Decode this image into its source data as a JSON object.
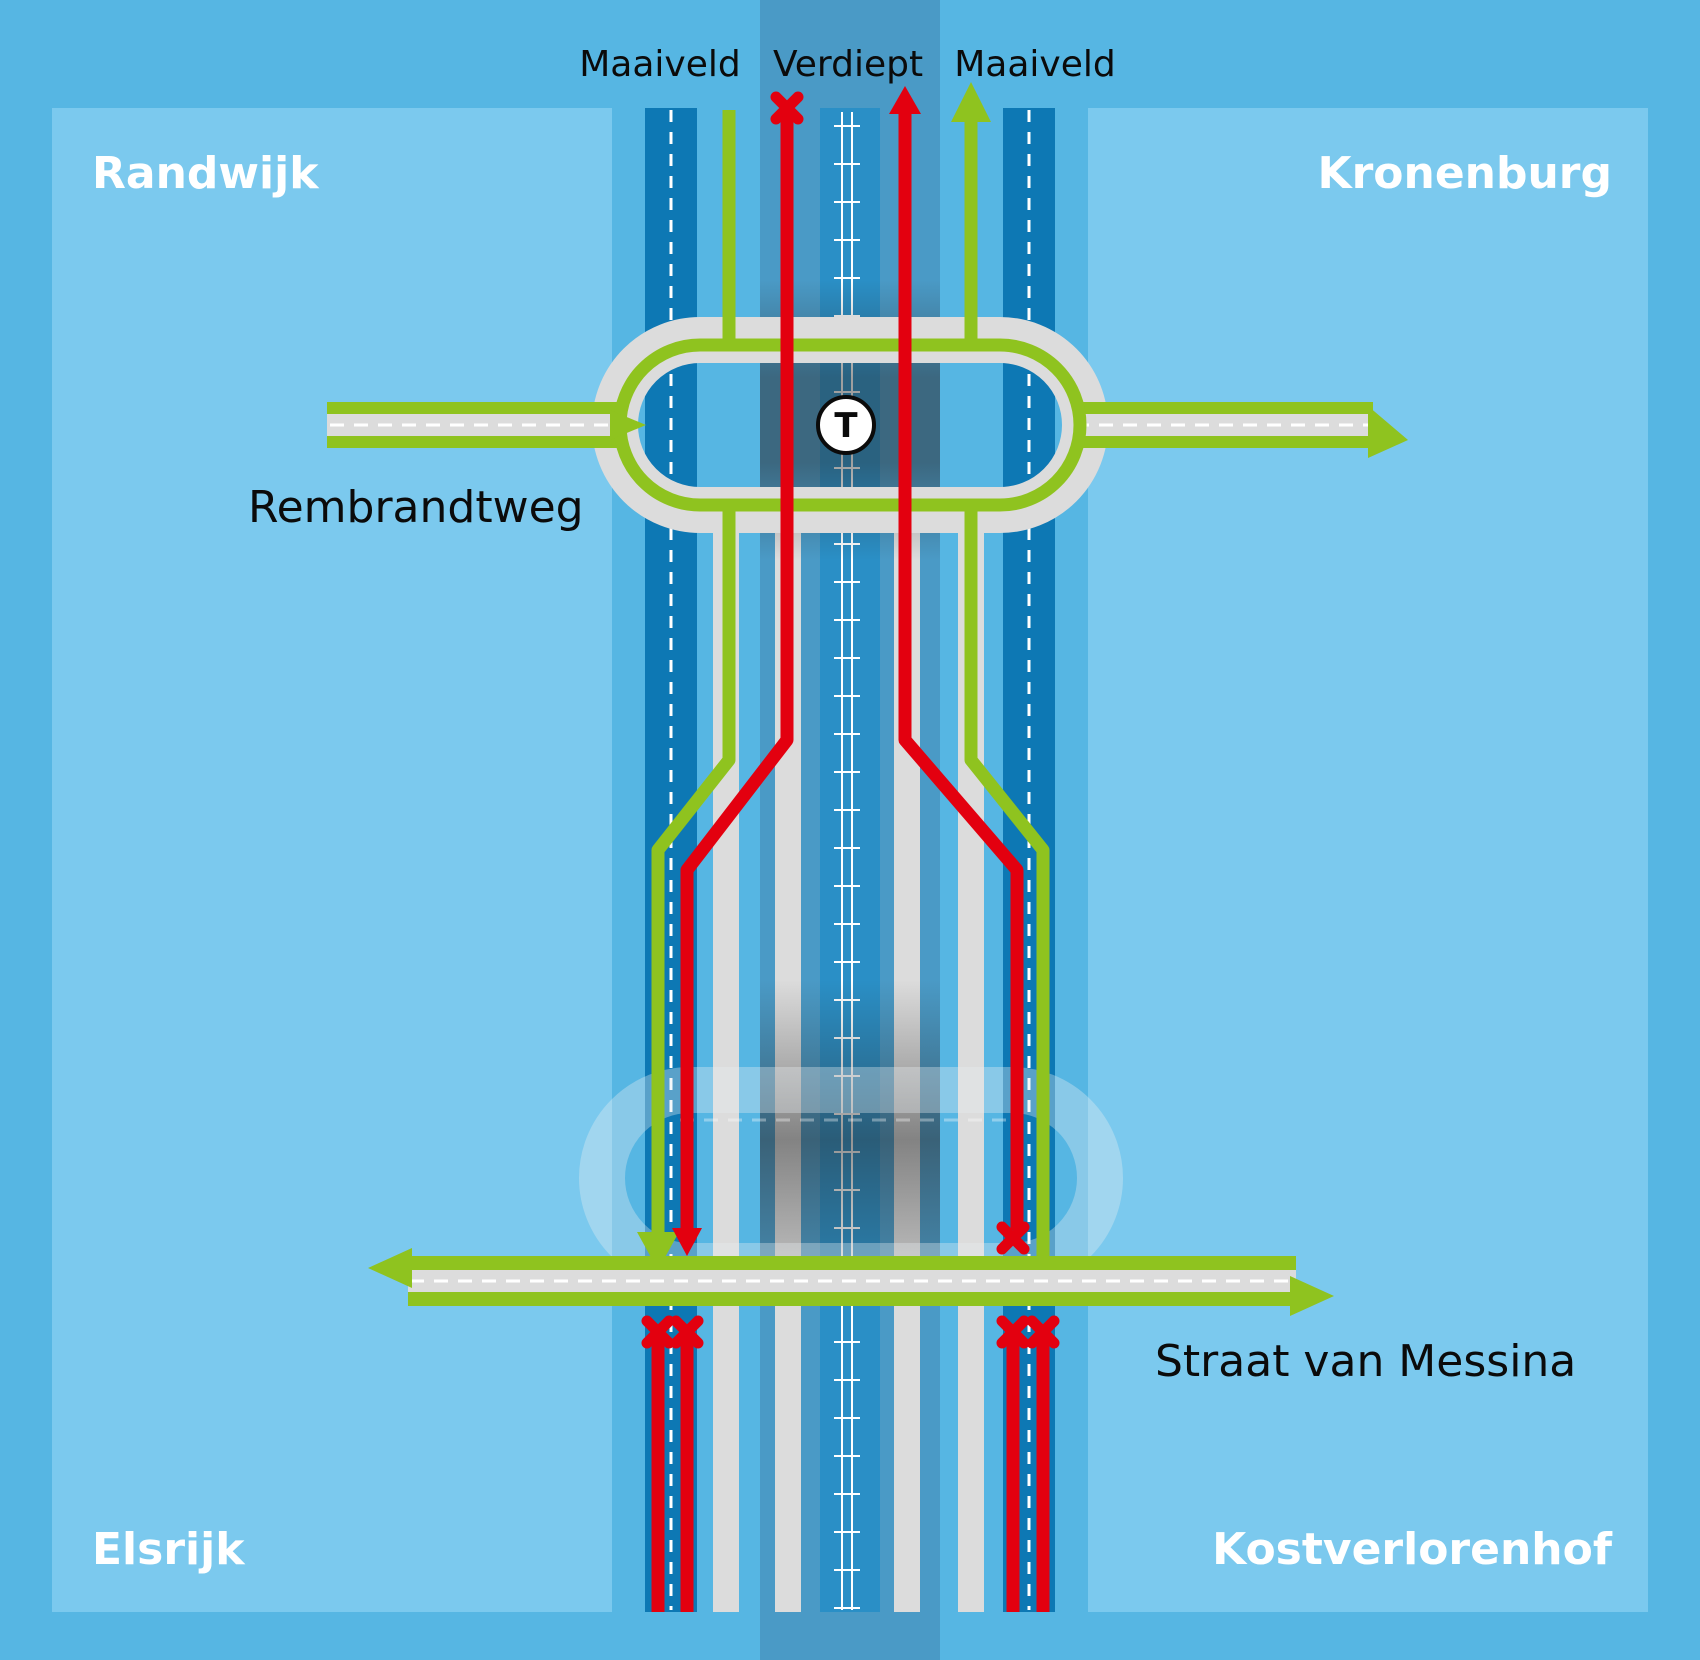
{
  "colors": {
    "background": "#56b6e3",
    "district_panel": "#7bc9ee",
    "deep_channel": "#4a9ac6",
    "tram_lane": "#2a8fc6",
    "side_lane": "#0d78b4",
    "road_gray": "#dcdcdc",
    "green_route": "#8fc31f",
    "red_route": "#e3000f",
    "text_white": "#ffffff",
    "text_dark": "#0b0b0b"
  },
  "districts": {
    "top_left": "Randwijk",
    "top_right": "Kronenburg",
    "bottom_left": "Elsrijk",
    "bottom_right": "Kostverlorenhof"
  },
  "headers": {
    "left": "Maaiveld",
    "center": "Verdiept",
    "right": "Maaiveld"
  },
  "roads": {
    "upper": "Rembrandtweg",
    "lower": "Straat van Messina"
  },
  "tram_stop": {
    "letter": "T",
    "icon": "tram-stop-icon"
  },
  "legend_semantics": {
    "green": "allowed-route",
    "red": "route",
    "red_cross": "blocked-icon"
  }
}
